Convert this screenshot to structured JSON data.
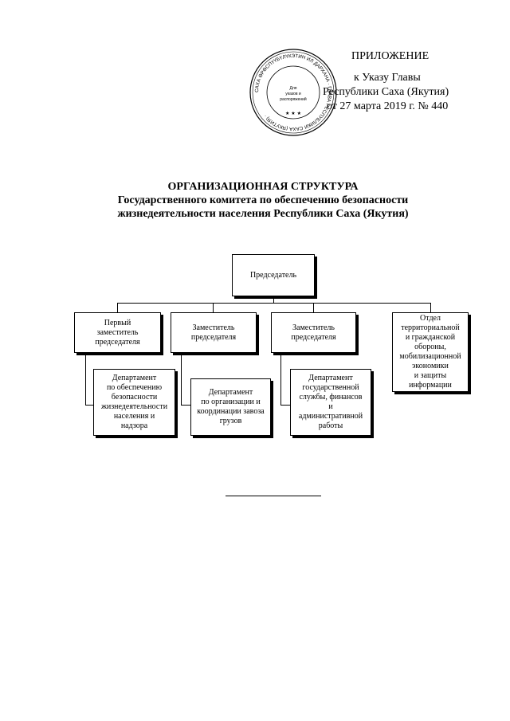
{
  "header": {
    "title": "ПРИЛОЖЕНИЕ",
    "line1": "к Указу Главы",
    "line2": "Республики Саха (Якутия)",
    "line3": "от 27 марта 2019 г. № 440"
  },
  "seal": {
    "outer_text": "САХА ӨРӨСПҮҮБҮЛҮКЭТИН ИЛ ДАРХАНА · ГЛАВА РЕСПУБЛИКИ САХА (ЯКУТИЯ) ·",
    "inner_text": "Для указов и распоряжений"
  },
  "heading": {
    "line1": "ОРГАНИЗАЦИОННАЯ СТРУКТУРА",
    "line2": "Государственного комитета по обеспечению безопасности",
    "line3": "жизнедеятельности населения Республики Саха (Якутия)"
  },
  "org": {
    "chairman": "Председатель",
    "deputy1": "Первый\nзаместитель\nпредседателя",
    "deputy2": "Заместитель\nпредседателя",
    "deputy3": "Заместитель\nпредседателя",
    "dept_civil_defense": "Отдел\nтерриториальной\nи гражданской\nобороны,\nмобилизационной\nэкономики\nи защиты\nинформации",
    "dept1": "Департамент\nпо обеспечению\nбезопасности\nжизнедеятельности\nнаселения и\nнадзора",
    "dept2": "Департамент\nпо организации и\nкоординации завоза\nгрузов",
    "dept3": "Департамент\nгосударственной\nслужбы, финансов\nи\nадминистративной\nработы"
  }
}
